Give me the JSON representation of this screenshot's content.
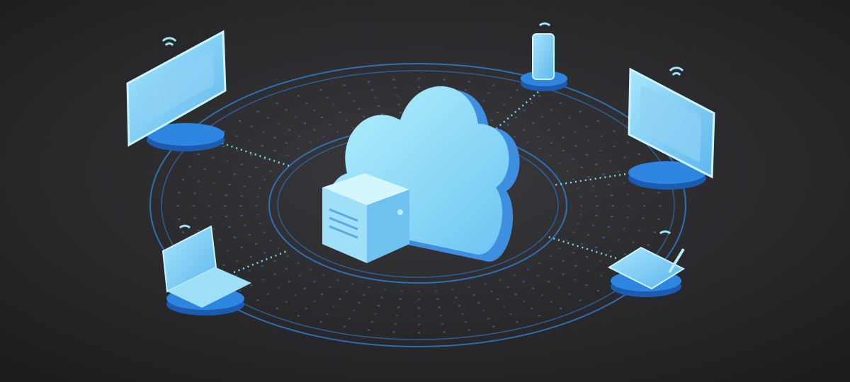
{
  "illustration": {
    "subject": "cloud-network",
    "colors": {
      "background_center": "#38383c",
      "background_edge": "#1c1c1e",
      "ring": "#2f7fd6",
      "dots": "#3a8be0",
      "connector": "#7ad9f0",
      "cloud_light": "#a9ecfb",
      "cloud_dark": "#3f8fe0",
      "device_screen": "#8fd8f7",
      "base_top": "#2f86e0",
      "base_side": "#1b5bb0"
    },
    "center": [
      "cloud-icon",
      "server-box-icon"
    ],
    "devices": [
      {
        "icon": "monitor-icon",
        "position": "top-left"
      },
      {
        "icon": "smartphone-icon",
        "position": "top-right"
      },
      {
        "icon": "monitor-icon",
        "position": "right"
      },
      {
        "icon": "laptop-icon",
        "position": "bottom-left"
      },
      {
        "icon": "tablet-with-stylus-icon",
        "position": "bottom-right"
      }
    ],
    "signal_icon": "wifi-icon"
  }
}
